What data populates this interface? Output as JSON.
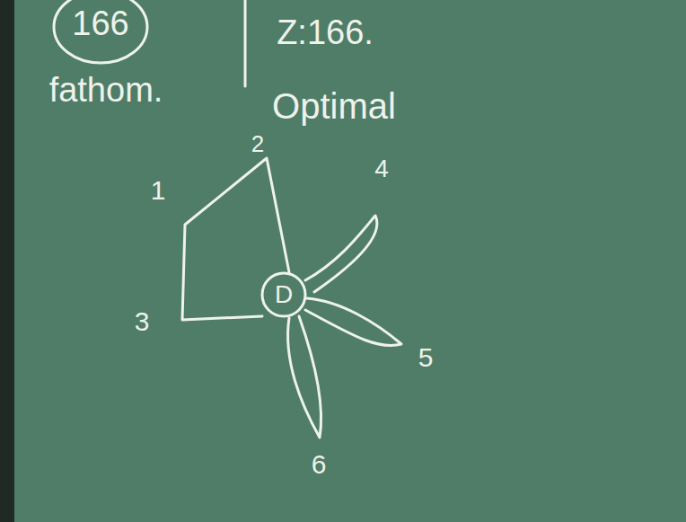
{
  "diagram": {
    "nodes": [
      {
        "text": [
          "D"
        ]
      }
    ],
    "labels": [
      "166",
      "Z:166.",
      "fathom.",
      "Optimal",
      "1",
      "2",
      "3",
      "4",
      "5",
      "6"
    ]
  }
}
